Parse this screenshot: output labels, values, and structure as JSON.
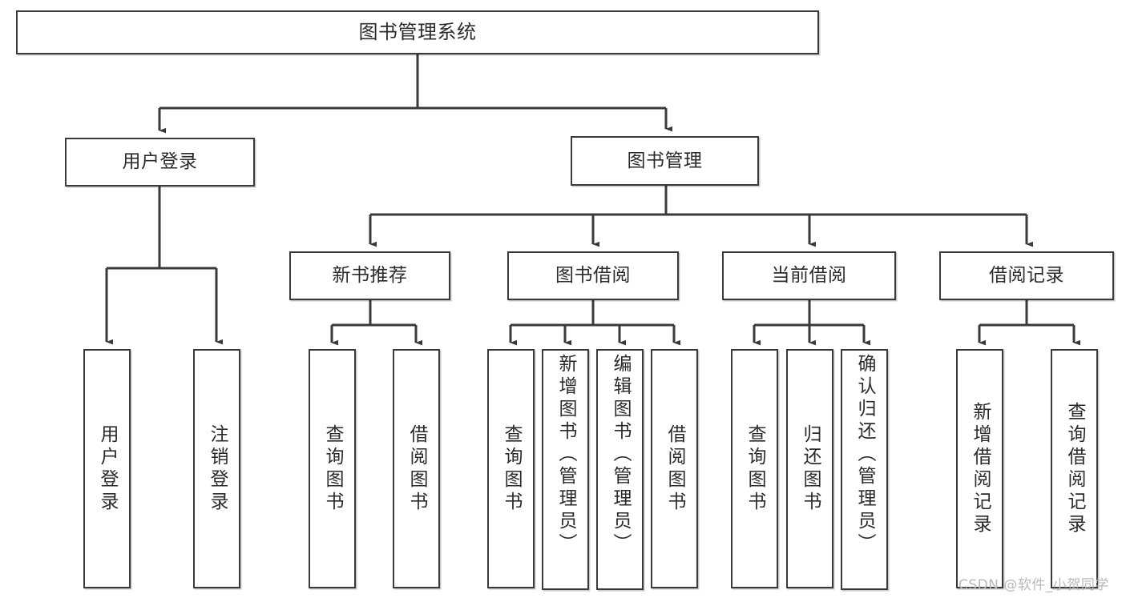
{
  "diagram": {
    "title": "图书管理系统",
    "watermark": "CSDN @软件_小贺同学",
    "colors": {
      "border": "#3a3a3a",
      "background": "#ffffff",
      "text": "#2b2b2b",
      "edge": "#3a3a3a",
      "watermark": "#b9b9b9"
    },
    "root": {
      "label": "图书管理系统"
    },
    "level2": [
      {
        "label": "用户登录"
      },
      {
        "label": "图书管理"
      }
    ],
    "level3": [
      {
        "label": "新书推荐"
      },
      {
        "label": "图书借阅"
      },
      {
        "label": "当前借阅"
      },
      {
        "label": "借阅记录"
      }
    ],
    "leaves": {
      "user_login": [
        {
          "label": "用户登录"
        },
        {
          "label": "注销登录"
        }
      ],
      "new_book_recommend": [
        {
          "label": "查询图书"
        },
        {
          "label": "借阅图书"
        }
      ],
      "book_borrow": [
        {
          "label": "查询图书"
        },
        {
          "label": "新增图书（管理员）"
        },
        {
          "label": "编辑图书（管理员）"
        },
        {
          "label": "借阅图书"
        }
      ],
      "current_borrow": [
        {
          "label": "查询图书"
        },
        {
          "label": "归还图书"
        },
        {
          "label": "确认归还（管理员）"
        }
      ],
      "borrow_record": [
        {
          "label": "新增借阅记录"
        },
        {
          "label": "查询借阅记录"
        }
      ]
    }
  }
}
